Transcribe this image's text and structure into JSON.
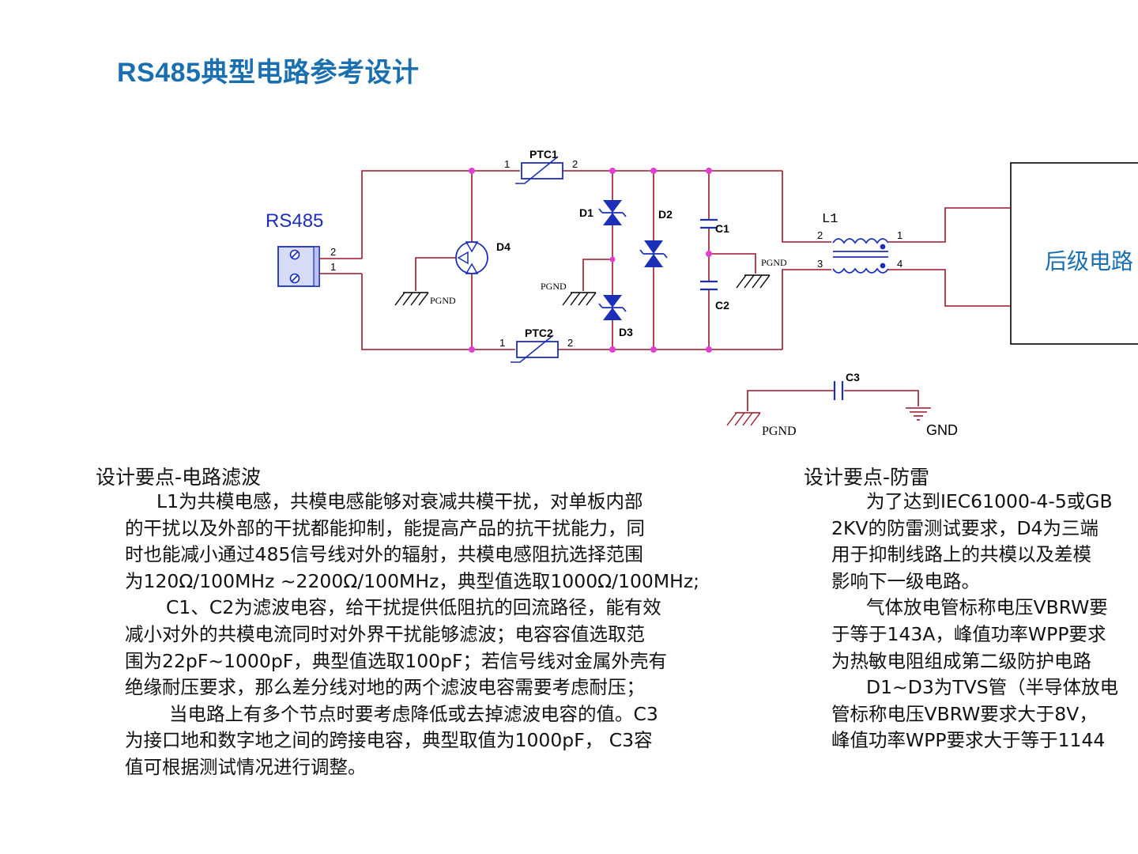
{
  "slide": {
    "title": "RS485典型电路参考设计"
  },
  "schematic": {
    "connector_label": "RS485",
    "connector_pins": [
      "2",
      "1"
    ],
    "ptc1": {
      "name": "PTC1",
      "pin1": "1",
      "pin2": "2"
    },
    "ptc2": {
      "name": "PTC2",
      "pin1": "1",
      "pin2": "2"
    },
    "d1": "D1",
    "d2": "D2",
    "d3": "D3",
    "d4": "D4",
    "c1": "C1",
    "c2": "C2",
    "c3": "C3",
    "l1": {
      "name": "L1",
      "pin1": "1",
      "pin2": "2",
      "pin3": "3",
      "pin4": "4"
    },
    "pgnd": "PGND",
    "gnd": "GND",
    "next_stage": "后级电路"
  },
  "filter_section": {
    "title": "设计要点-电路滤波",
    "lines": [
      "L1为共模电感，共模电感能够对衰减共模干扰，对单板内部",
      "的干扰以及外部的干扰都能抑制，能提高产品的抗干扰能力，同",
      "时也能减小通过485信号线对外的辐射，共模电感阻抗选择范围",
      "为120Ω/100MHz ~2200Ω/100MHz，典型值选取1000Ω/100MHz;",
      "C1、C2为滤波电容，给干扰提供低阻抗的回流路径，能有效",
      "减小对外的共模电流同时对外界干扰能够滤波；电容容值选取范",
      "围为22pF~1000pF，典型值选取100pF；若信号线对金属外壳有",
      "绝缘耐压要求，那么差分线对地的两个滤波电容需要考虑耐压；",
      "当电路上有多个节点时要考虑降低或去掉滤波电容的值。C3",
      "为接口地和数字地之间的跨接电容，典型取值为1000pF， C3容",
      "值可根据测试情况进行调整。"
    ]
  },
  "lightning_section": {
    "title": "设计要点-防雷",
    "lines": [
      "为了达到IEC61000-4-5或GB",
      "2KV的防雷测试要求，D4为三端",
      "用于抑制线路上的共模以及差模",
      "影响下一级电路。",
      "气体放电管标称电压VBRW要",
      "于等于143A，峰值功率WPP要求",
      "为热敏电阻组成第二级防护电路",
      "D1~D3为TVS管（半导体放电",
      "管标称电压VBRW要求大于8V，",
      "峰值功率WPP要求大于等于1144"
    ]
  }
}
